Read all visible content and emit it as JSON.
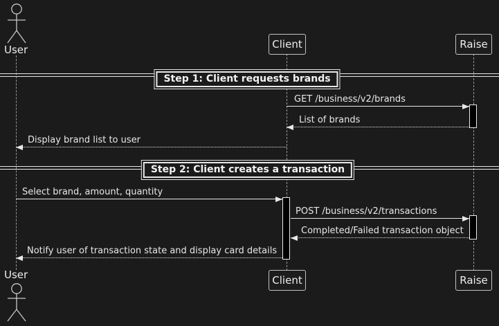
{
  "participants": [
    {
      "name": "User",
      "type": "actor"
    },
    {
      "name": "Client",
      "type": "participant"
    },
    {
      "name": "Raise",
      "type": "participant"
    }
  ],
  "dividers": [
    {
      "label": "Step 1: Client requests brands"
    },
    {
      "label": "Step 2: Client creates a transaction"
    }
  ],
  "messages": [
    {
      "from": "Client",
      "to": "Raise",
      "style": "solid",
      "label": "GET /business/v2/brands"
    },
    {
      "from": "Raise",
      "to": "Client",
      "style": "dotted",
      "label": "List of brands"
    },
    {
      "from": "Client",
      "to": "User",
      "style": "dotted",
      "label": "Display brand list to user"
    },
    {
      "from": "User",
      "to": "Client",
      "style": "solid",
      "label": "Select brand, amount, quantity"
    },
    {
      "from": "Client",
      "to": "Raise",
      "style": "solid",
      "label": "POST /business/v2/transactions"
    },
    {
      "from": "Raise",
      "to": "Client",
      "style": "dotted",
      "label": "Completed/Failed transaction object"
    },
    {
      "from": "Client",
      "to": "User",
      "style": "dotted",
      "label": "Notify user of transaction state and display card details"
    }
  ],
  "colors": {
    "background": "#1b1b1b",
    "stroke": "#e8e8e8",
    "lifeline": "#9a9a9a",
    "activation_fill": "#000000"
  }
}
